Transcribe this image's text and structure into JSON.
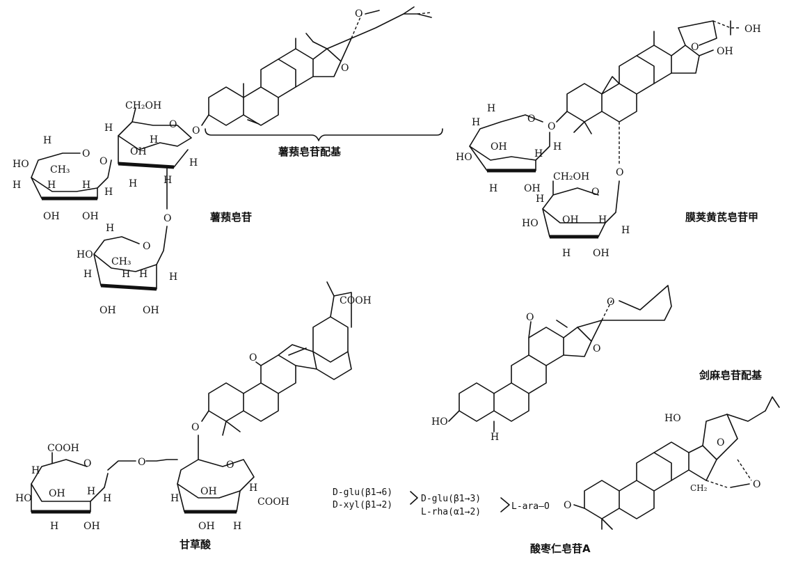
{
  "captions": {
    "dioscin_aglycone": "薯蓣皂苷配基",
    "dioscin": "薯蓣皂苷",
    "astragaloside": "膜荚黄芪皂苷甲",
    "glycyrrhizic_acid": "甘草酸",
    "hecogenin": "剑麻皂苷配基",
    "jujuboside": "酸枣仁皂苷A"
  },
  "atoms": {
    "OH": "OH",
    "H": "H",
    "O": "O",
    "CH2OH": "CH₂OH",
    "CH3": "CH₃",
    "COOH": "COOH",
    "CH2": "CH₂",
    "HO": "HO"
  },
  "sugar_chain": {
    "r1": "D-glu(β1→6)",
    "r2": "D-xyl(β1→2)",
    "r3": "D-glu(β1→3)",
    "r4": "L-rha(α1→2)",
    "r5": "L-ara—O"
  }
}
